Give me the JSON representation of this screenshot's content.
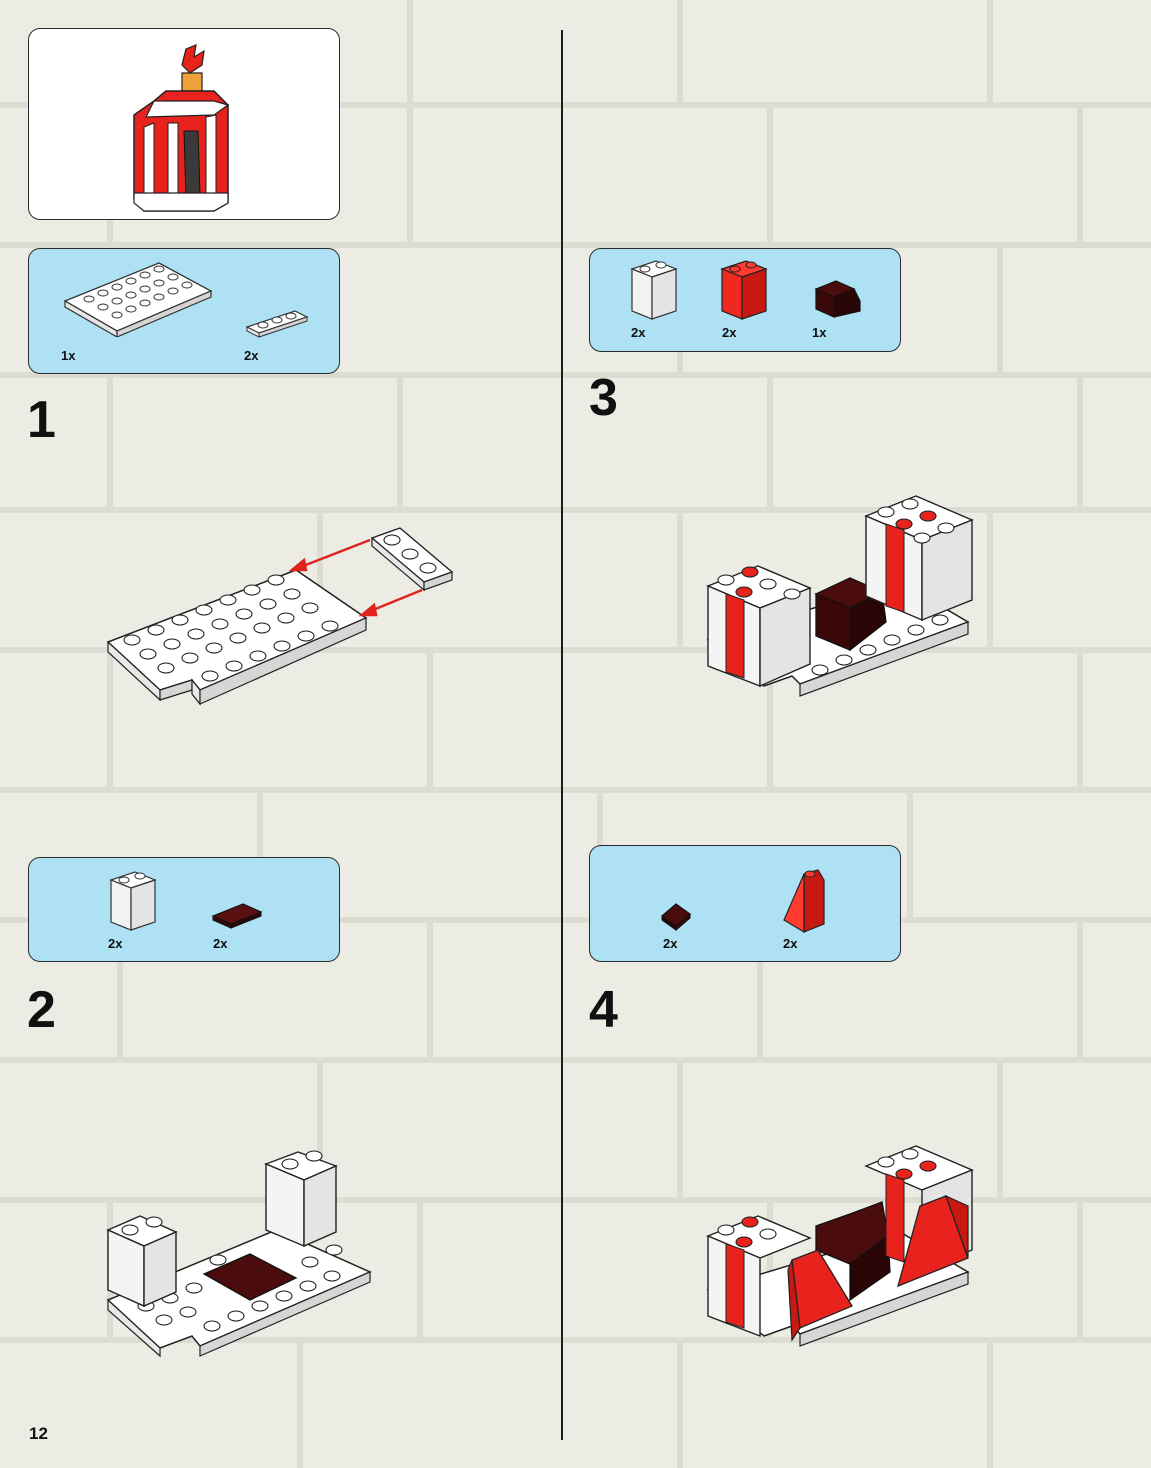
{
  "page_number": "12",
  "colors": {
    "panel_blue": "#aee1f3",
    "brick_red": "#e8231e",
    "brick_white": "#ffffff",
    "brick_dark": "#4a0c0c",
    "arrow_red": "#e0231d"
  },
  "preview": {
    "icon": "minifig-rocket-model-icon"
  },
  "steps": [
    {
      "number": "1",
      "parts": [
        {
          "qty": "1x",
          "icon": "white-plate-6x4-icon"
        },
        {
          "qty": "2x",
          "icon": "white-plate-1x3-icon"
        }
      ]
    },
    {
      "number": "2",
      "parts": [
        {
          "qty": "2x",
          "icon": "white-brick-1x2x2-icon"
        },
        {
          "qty": "2x",
          "icon": "dark-red-tile-1x2-icon"
        }
      ]
    },
    {
      "number": "3",
      "parts": [
        {
          "qty": "2x",
          "icon": "white-brick-1x2x2-icon"
        },
        {
          "qty": "2x",
          "icon": "red-brick-1x2x2-icon"
        },
        {
          "qty": "1x",
          "icon": "dark-red-cockpit-brick-icon"
        }
      ]
    },
    {
      "number": "4",
      "parts": [
        {
          "qty": "2x",
          "icon": "dark-red-slope-icon"
        },
        {
          "qty": "2x",
          "icon": "red-slope-icon"
        }
      ]
    }
  ]
}
